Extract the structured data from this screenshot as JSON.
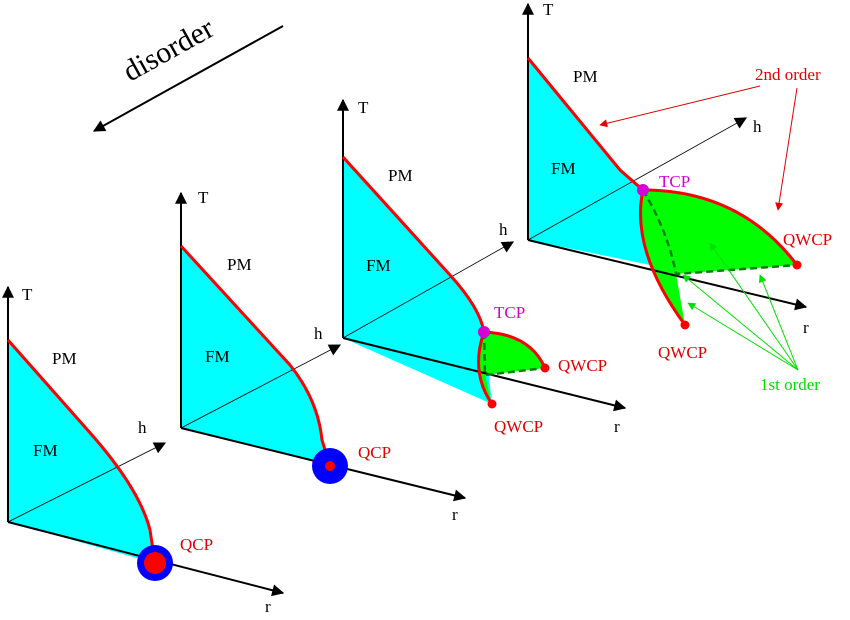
{
  "colors": {
    "fm_fill": "#00ffff",
    "boundary": "#ff0000",
    "first_order_fill": "#00ff00",
    "first_order_dash": "#008000",
    "qcp_outer": "#0000ff",
    "qcp_inner": "#ff0000",
    "tcp": "#d400d4",
    "annotation_red": "#e00000",
    "annotation_green": "#00e000"
  },
  "disorder_label": "disorder",
  "annotations": {
    "second_order": "2nd order",
    "first_order": "1st order"
  },
  "panels": [
    {
      "axis_t": "T",
      "axis_h": "h",
      "axis_r": "r",
      "pm": "PM",
      "fm": "FM",
      "point_labels": [
        "QCP"
      ]
    },
    {
      "axis_t": "T",
      "axis_h": "h",
      "axis_r": "r",
      "pm": "PM",
      "fm": "FM",
      "point_labels": [
        "QCP"
      ]
    },
    {
      "axis_t": "T",
      "axis_h": "h",
      "axis_r": "r",
      "pm": "PM",
      "fm": "FM",
      "point_labels": [
        "TCP",
        "QWCP",
        "QWCP"
      ]
    },
    {
      "axis_t": "T",
      "axis_h": "h",
      "axis_r": "r",
      "pm": "PM",
      "fm": "FM",
      "point_labels": [
        "TCP",
        "QWCP",
        "QWCP"
      ]
    }
  ]
}
